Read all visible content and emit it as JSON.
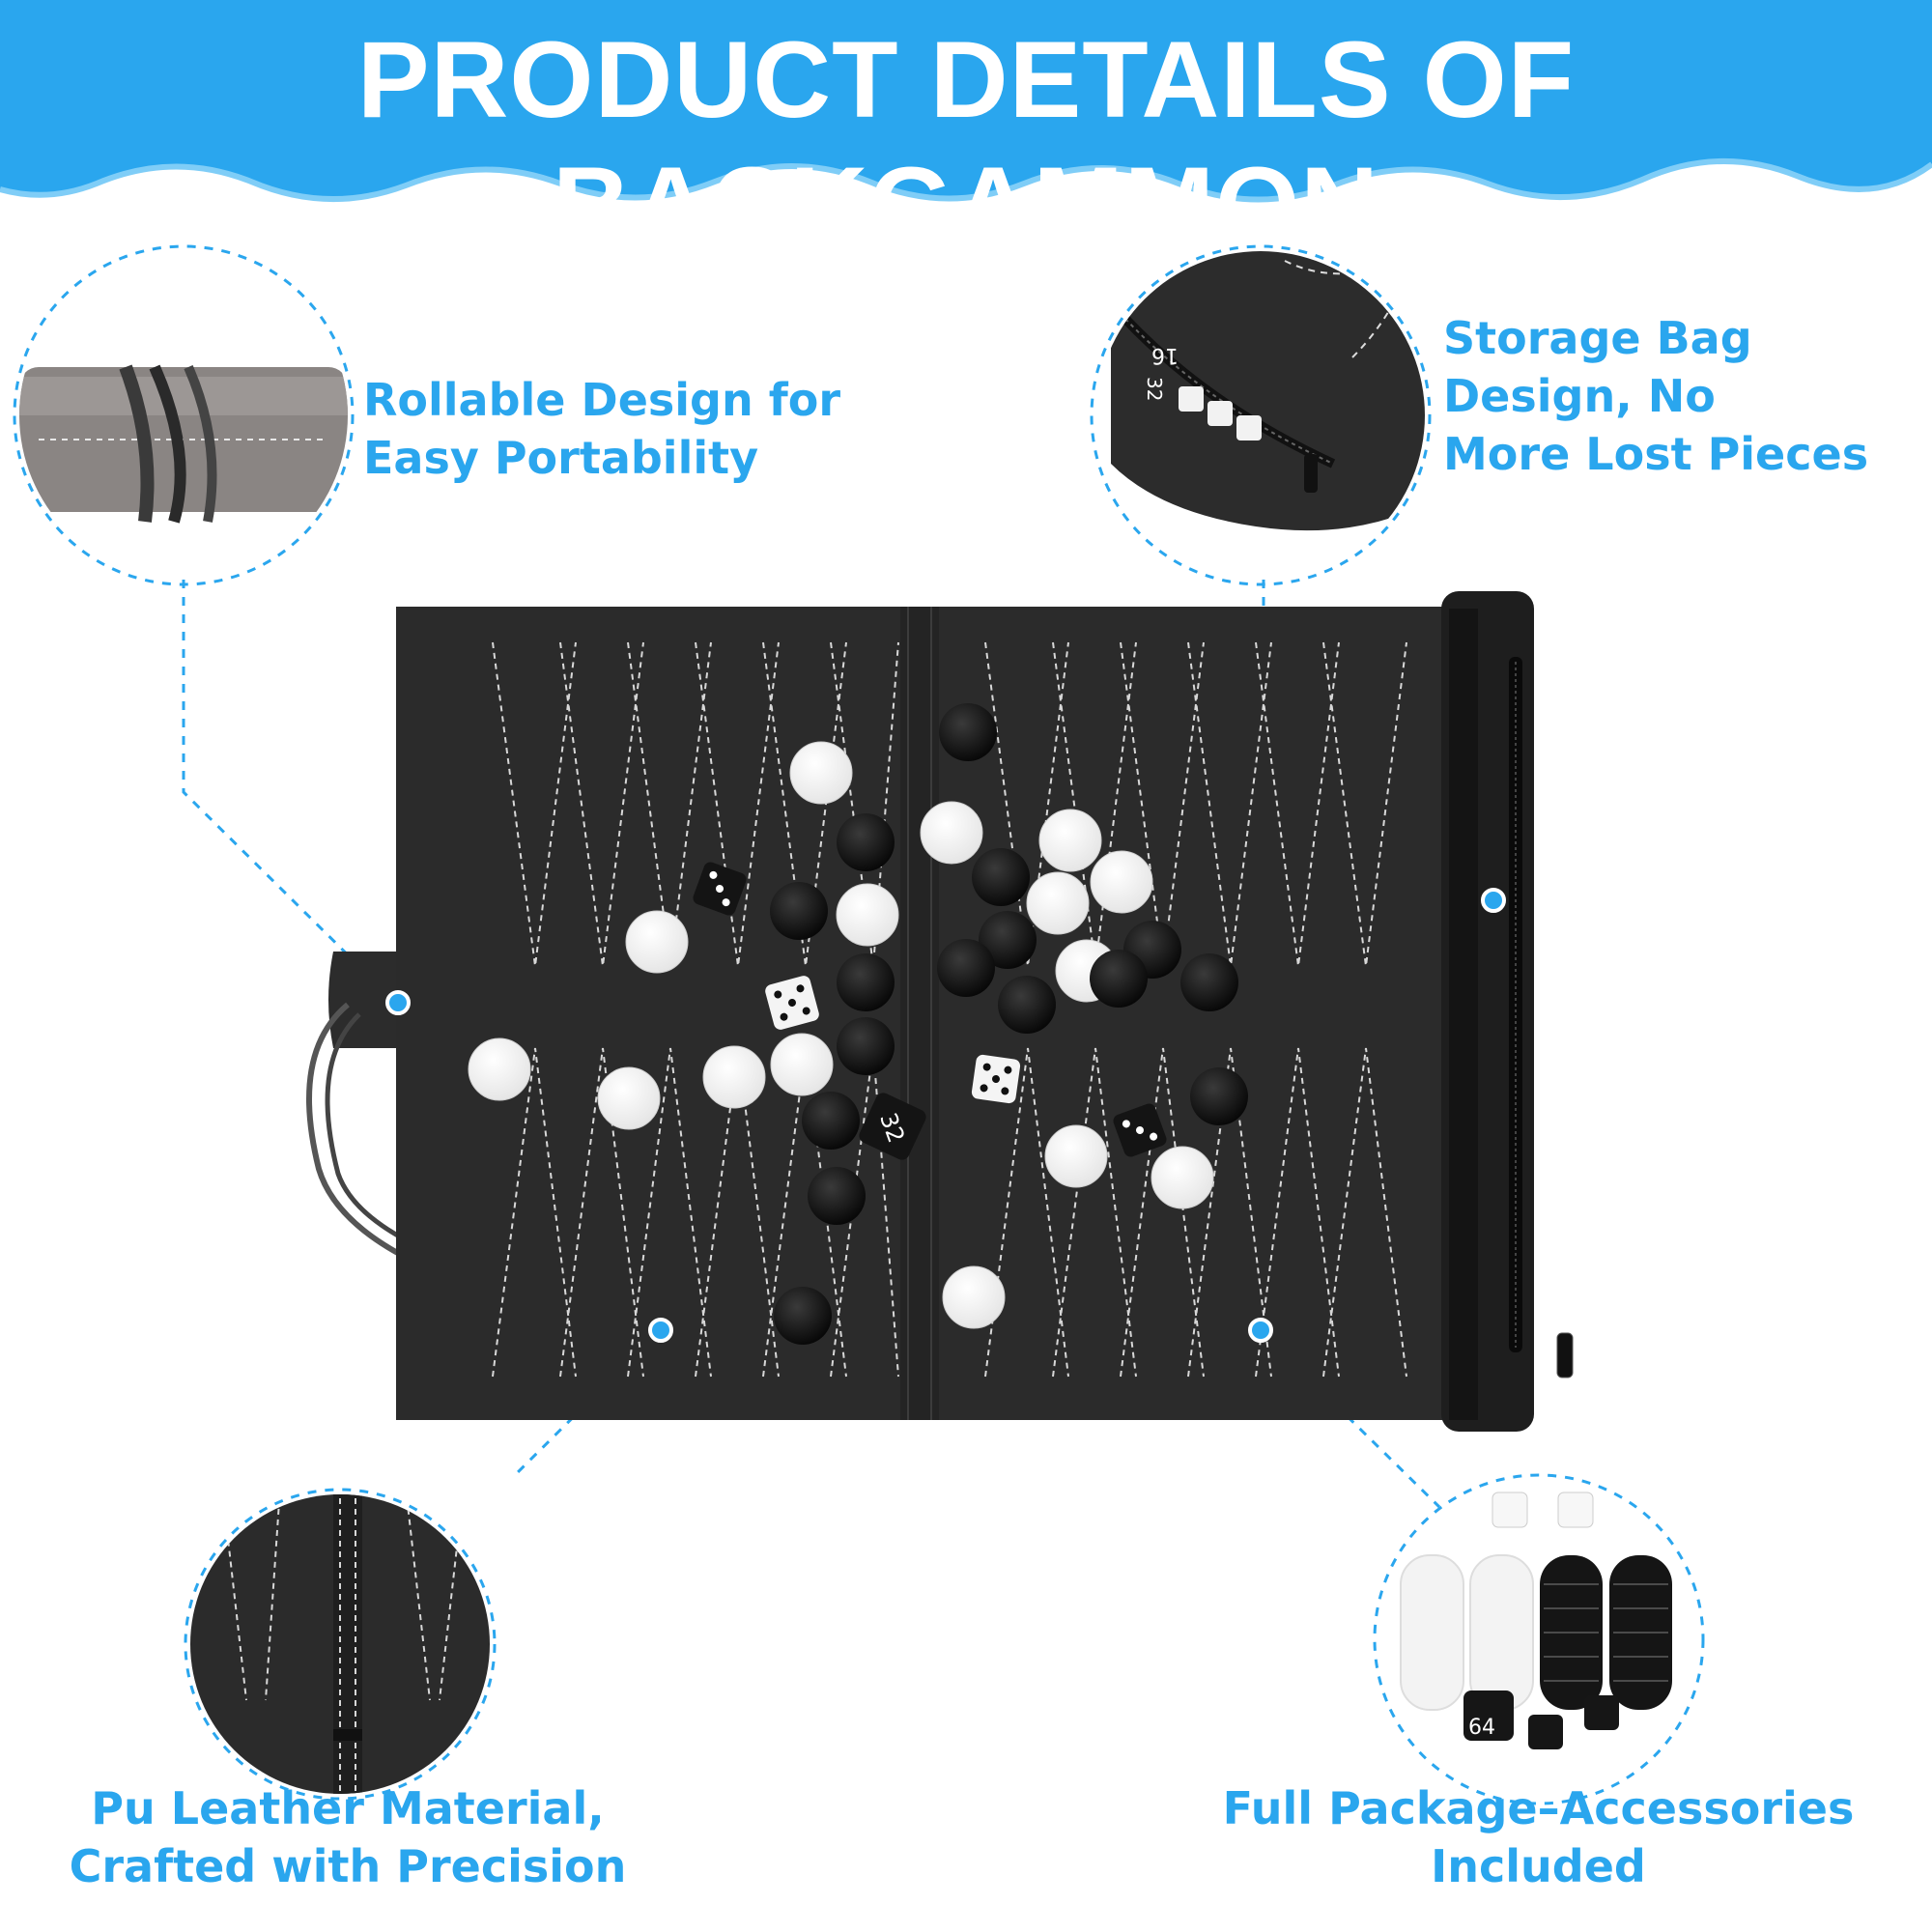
{
  "page": {
    "title": "PRODUCT DETAILS OF BACKGAMMON"
  },
  "features": {
    "rollable": {
      "line1": "Rollable Design for",
      "line2": "Easy Portability"
    },
    "storage": {
      "line1": "Storage Bag",
      "line2": "Design, No",
      "line3": "More Lost Pieces"
    },
    "leather": {
      "line1": "Pu Leather Material,",
      "line2": "Crafted with Precision"
    },
    "package": {
      "line1": "Full Package–Accessories",
      "line2": "Included"
    }
  },
  "board": {
    "doubling_cube_faces": [
      "32",
      "16",
      "64"
    ]
  },
  "colors": {
    "accent": "#2aa6ee",
    "banner": "#2aa6ee",
    "board": "#2b2b2b",
    "stitch": "#d8d8d8",
    "black_checker": "#111111",
    "white_checker": "#ffffff"
  }
}
